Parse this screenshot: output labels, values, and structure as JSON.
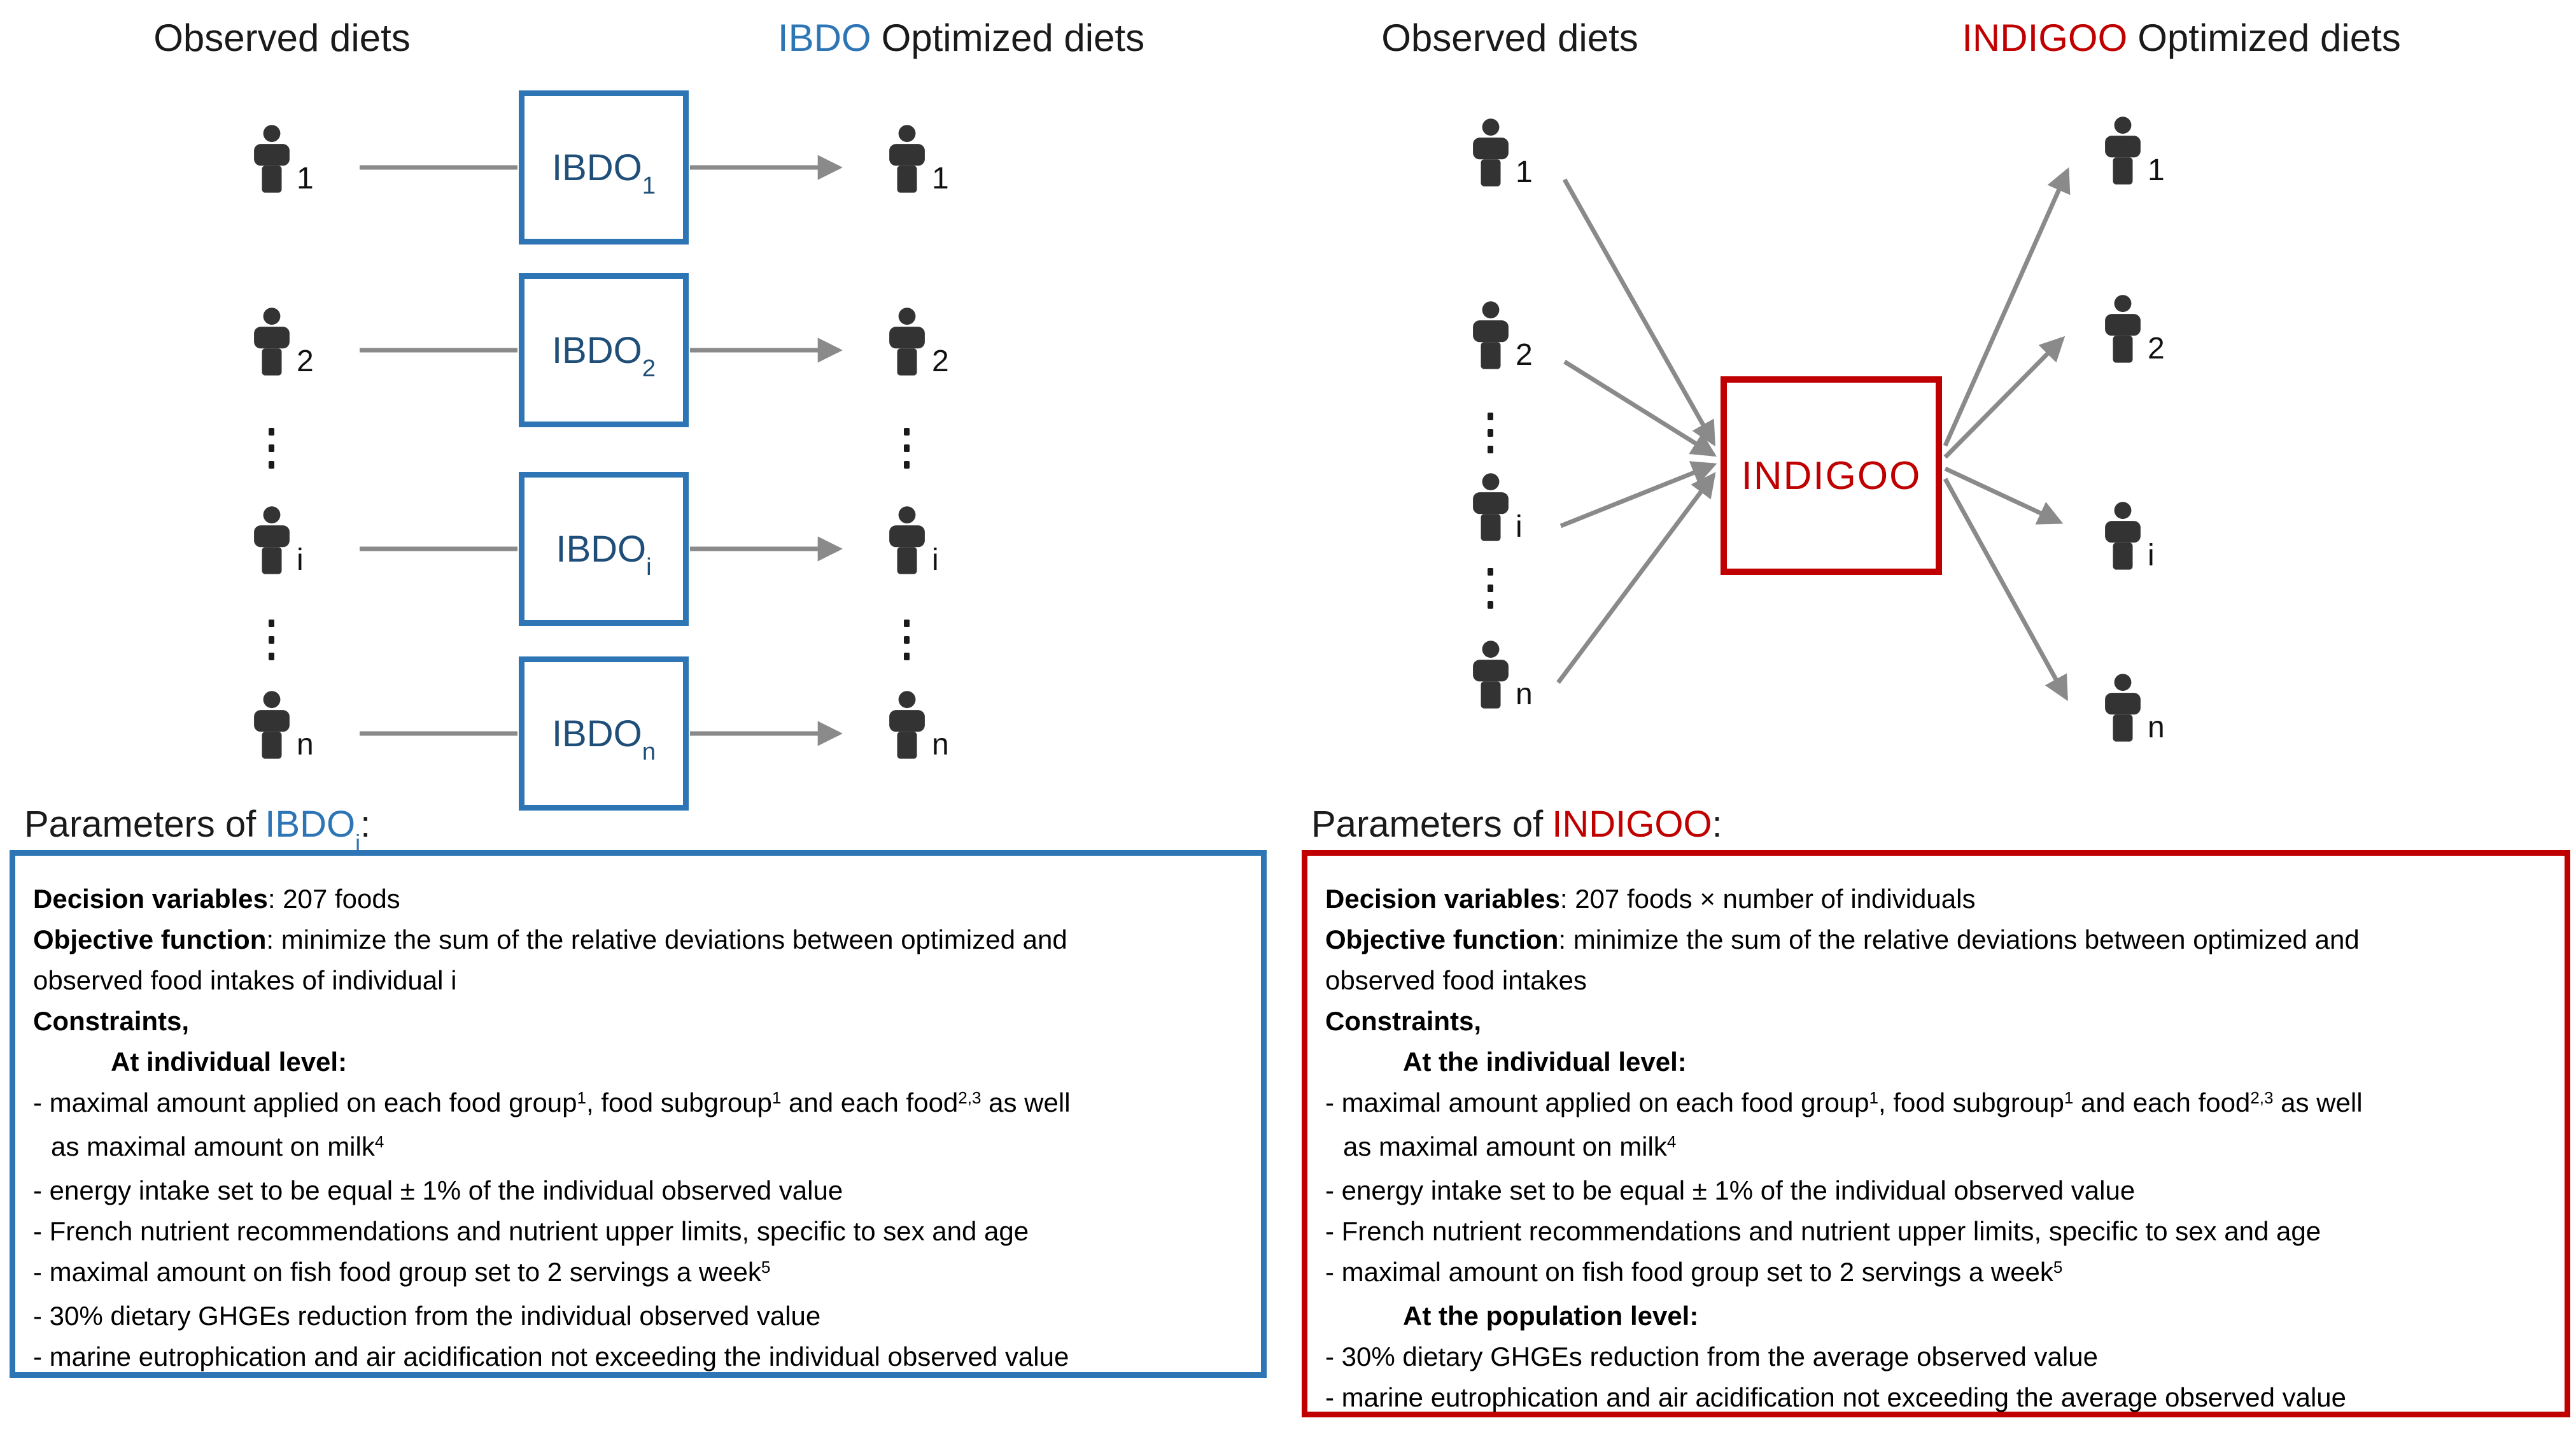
{
  "palette": {
    "blue_border": "#2E75B6",
    "navy_label": "#1F4E79",
    "red": "#C00000",
    "arrow_gray": "#8a8a8a",
    "person_dark": "#333333"
  },
  "icons": {
    "person": "person-silhouette-icon",
    "arrow": "gray-arrow"
  },
  "left_diagram": {
    "observed_heading": "Observed diets",
    "optimized_model": "IBDO",
    "optimized_rest": "Optimized diets",
    "box_label": "IBDO",
    "person_subscripts": [
      "1",
      "2",
      "i",
      "n"
    ]
  },
  "right_diagram": {
    "observed_heading": "Observed diets",
    "optimized_model": "INDIGOO",
    "optimized_rest": "Optimized diets",
    "box_label": "INDIGOO",
    "person_subscripts": [
      "1",
      "2",
      "i",
      "n"
    ]
  },
  "left_params": {
    "heading_prefix": "Parameters of",
    "heading_model": "IBDO",
    "heading_model_sub": "i",
    "heading_suffix": ":",
    "lines": [
      {
        "ind": 0,
        "seg": [
          {
            "t": "Decision variables",
            "b": 1
          },
          {
            "t": ": 207 foods"
          }
        ]
      },
      {
        "ind": 0,
        "seg": [
          {
            "t": "Objective function",
            "b": 1
          },
          {
            "t": ": minimize the sum of the relative deviations between optimized and"
          }
        ]
      },
      {
        "ind": 0,
        "seg": [
          {
            "t": "observed food intakes of individual i"
          }
        ]
      },
      {
        "ind": 0,
        "seg": [
          {
            "t": "Constraints,",
            "b": 1
          }
        ]
      },
      {
        "ind": 1,
        "seg": [
          {
            "t": "At individual level",
            "b": 1
          },
          {
            "t": ":",
            "b": 1
          }
        ]
      },
      {
        "ind": 0,
        "seg": [
          {
            "t": "- maximal amount applied on each food group"
          },
          {
            "t": "1",
            "sup": 1
          },
          {
            "t": ", food subgroup"
          },
          {
            "t": "1",
            "sup": 1
          },
          {
            "t": " and each food"
          },
          {
            "t": "2,3",
            "sup": 1
          },
          {
            "t": " as well"
          }
        ]
      },
      {
        "ind": 2,
        "seg": [
          {
            "t": "as maximal amount on milk"
          },
          {
            "t": "4",
            "sup": 1
          }
        ]
      },
      {
        "ind": 0,
        "seg": [
          {
            "t": "- energy intake set to be equal ± 1% of the individual observed value"
          }
        ]
      },
      {
        "ind": 0,
        "seg": [
          {
            "t": "- French nutrient recommendations and nutrient upper limits, specific to sex and age"
          }
        ]
      },
      {
        "ind": 0,
        "seg": [
          {
            "t": "- maximal amount on fish food group set to 2 servings a week"
          },
          {
            "t": "5",
            "sup": 1
          }
        ]
      },
      {
        "ind": 0,
        "seg": [
          {
            "t": "- 30% dietary GHGEs reduction from the individual observed value"
          }
        ]
      },
      {
        "ind": 0,
        "seg": [
          {
            "t": "- marine eutrophication and air acidification not exceeding the individual observed value"
          }
        ]
      }
    ]
  },
  "right_params": {
    "heading_prefix": "Parameters of",
    "heading_model": "INDIGOO",
    "heading_suffix": ":",
    "lines": [
      {
        "ind": 0,
        "seg": [
          {
            "t": "Decision variables",
            "b": 1
          },
          {
            "t": ": 207 foods × number of individuals"
          }
        ]
      },
      {
        "ind": 0,
        "seg": [
          {
            "t": "Objective function",
            "b": 1
          },
          {
            "t": ": minimize the sum of the relative deviations between optimized and"
          }
        ]
      },
      {
        "ind": 0,
        "seg": [
          {
            "t": "observed food intakes"
          }
        ]
      },
      {
        "ind": 0,
        "seg": [
          {
            "t": "Constraints,",
            "b": 1
          }
        ]
      },
      {
        "ind": 1,
        "seg": [
          {
            "t": "At the individual level",
            "b": 1
          },
          {
            "t": ":",
            "b": 1
          }
        ]
      },
      {
        "ind": 0,
        "seg": [
          {
            "t": "- maximal amount applied on each food group"
          },
          {
            "t": "1",
            "sup": 1
          },
          {
            "t": ", food subgroup"
          },
          {
            "t": "1",
            "sup": 1
          },
          {
            "t": " and each food"
          },
          {
            "t": "2,3",
            "sup": 1
          },
          {
            "t": " as well"
          }
        ]
      },
      {
        "ind": 2,
        "seg": [
          {
            "t": "as maximal amount on milk"
          },
          {
            "t": "4",
            "sup": 1
          }
        ]
      },
      {
        "ind": 0,
        "seg": [
          {
            "t": "- energy intake set to be equal ± 1% of the individual observed value"
          }
        ]
      },
      {
        "ind": 0,
        "seg": [
          {
            "t": "- French nutrient recommendations and nutrient upper limits, specific to sex and age"
          }
        ]
      },
      {
        "ind": 0,
        "seg": [
          {
            "t": "- maximal amount on fish food group set to 2 servings a week"
          },
          {
            "t": "5",
            "sup": 1
          }
        ]
      },
      {
        "ind": 1,
        "seg": [
          {
            "t": "At the population level",
            "b": 1
          },
          {
            "t": ":",
            "b": 1
          }
        ]
      },
      {
        "ind": 0,
        "seg": [
          {
            "t": "- 30% dietary GHGEs reduction from the average observed value"
          }
        ]
      },
      {
        "ind": 0,
        "seg": [
          {
            "t": "- marine eutrophication and air acidification not exceeding the average observed value"
          }
        ]
      }
    ]
  }
}
